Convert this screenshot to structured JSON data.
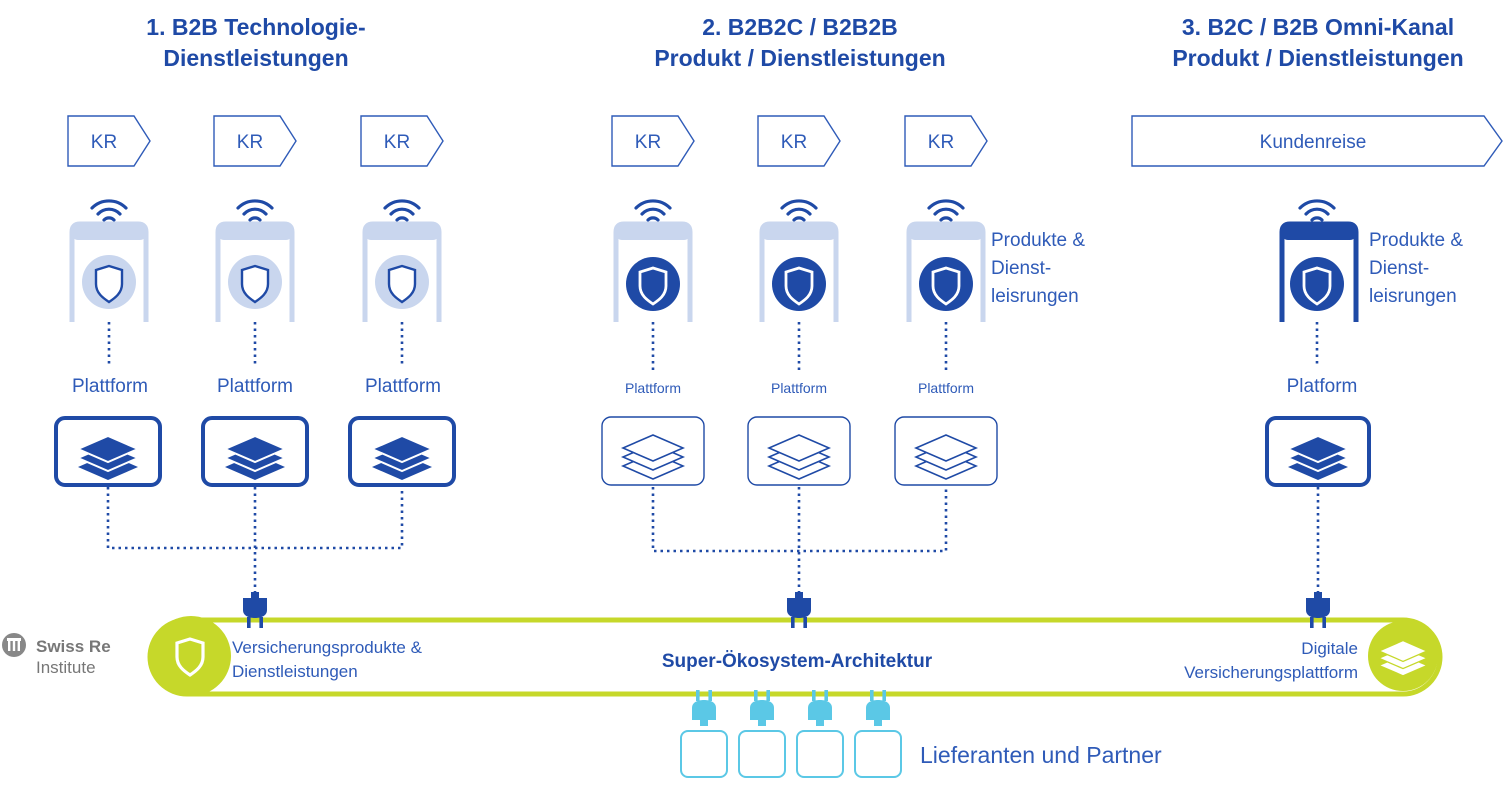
{
  "columns": [
    {
      "title_line1": "1. B2B Technologie-",
      "title_line2": "Dienstleistungen",
      "journeys": [
        "KR",
        "KR",
        "KR"
      ],
      "platform_label": "Plattform",
      "platform_labels": [
        "Plattform",
        "Plattform",
        "Plattform"
      ]
    },
    {
      "title_line1": "2. B2B2C / B2B2B",
      "title_line2": "Produkt / Dienstleistungen",
      "journeys": [
        "KR",
        "KR",
        "KR"
      ],
      "platform_labels": [
        "Plattform",
        "Plattform",
        "Plattform"
      ],
      "products_line1": "Produkte &",
      "products_line2": "Dienst-",
      "products_line3": "leisrungen"
    },
    {
      "title_line1": "3. B2C / B2B Omni-Kanal",
      "title_line2": "Produkt / Dienstleistungen",
      "journey": "Kundenreise",
      "platform_label": "Platform",
      "products_line1": "Produkte &",
      "products_line2": "Dienst-",
      "products_line3": "leisrungen"
    }
  ],
  "ecosystem": {
    "left_line1": "Versicherungsprodukte &",
    "left_line2": "Dienstleistungen",
    "center": "Super-Ökosystem-Architektur",
    "right_line1": "Digitale",
    "right_line2": "Versicherungsplattform"
  },
  "partners": {
    "label": "Lieferanten und Partner"
  },
  "logo": {
    "name": "Swiss Re",
    "sub": "Institute"
  },
  "colors": {
    "dark_blue": "#1f4aa6",
    "light_blue": "#c9d6ee",
    "lime": "#c6d82a",
    "cyan": "#5bc8e6"
  },
  "icons": [
    "wifi-icon",
    "phone-icon",
    "shield-icon",
    "layers-icon",
    "plug-icon",
    "swiss-re-logo"
  ]
}
